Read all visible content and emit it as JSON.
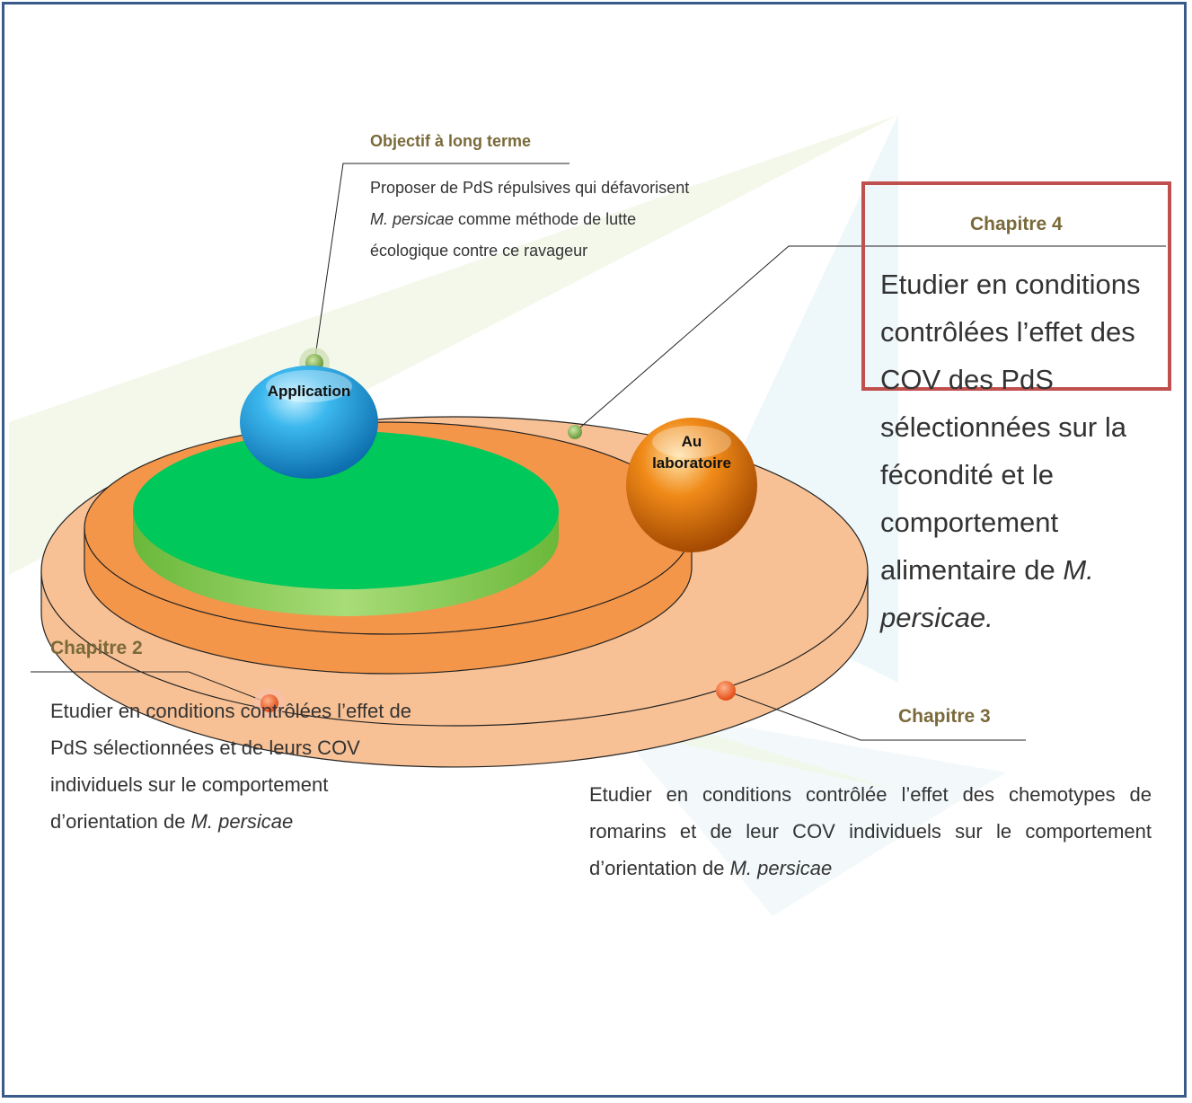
{
  "long_term": {
    "title": "Objectif à long terme",
    "text_before": "Proposer de PdS répulsives qui défavorisent ",
    "species": "M. persicae",
    "text_after": " comme méthode de lutte écologique contre ce ravageur"
  },
  "spheres": {
    "application": "Application",
    "lab_line1": "Au",
    "lab_line2": "laboratoire"
  },
  "chapitre4": {
    "title": "Chapitre 4",
    "text_before": "Etudier en conditions contrôlées l’effet des COV des PdS sélectionnées sur la fécondité et le comportement alimentaire de ",
    "species": "M. persicae."
  },
  "chapitre2": {
    "title": "Chapitre 2",
    "text_before": "Etudier en conditions contrôlées l’effet de PdS sélectionnées et de leurs COV individuels sur le comportement d’orientation de ",
    "species": "M. persicae"
  },
  "chapitre3": {
    "title": "Chapitre 3",
    "text_before": "Etudier en conditions contrôlée l’effet des chemotypes de romarins et de leur COV individuels sur le comportement d’orientation de ",
    "species": "M. persicae"
  },
  "colors": {
    "frame": "#3a5a8c",
    "outer_disk": "#f8c195",
    "middle_disk": "#f4964a",
    "inner_disk": "#00c85a",
    "application_sphere": "#29a8e0",
    "lab_sphere": "#e8720c",
    "chapter_box": "#c0504d",
    "heading": "#7a6a3a"
  }
}
